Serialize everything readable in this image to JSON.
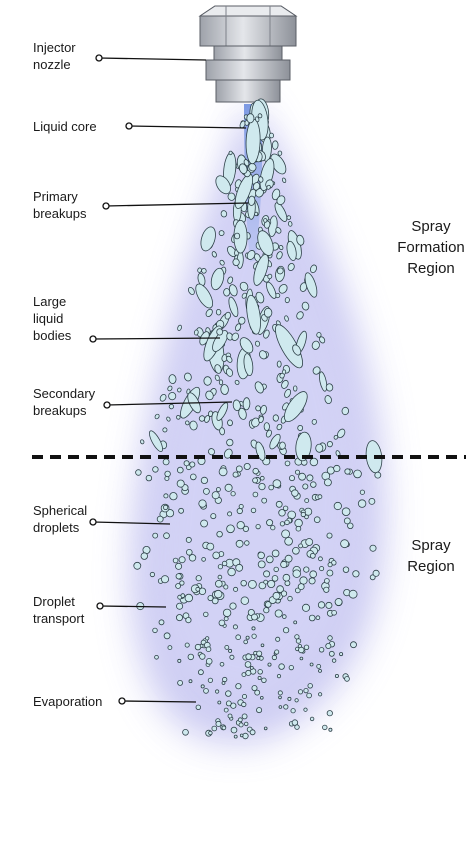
{
  "labels": {
    "injector_nozzle": "Injector\nnozzle",
    "liquid_core": "Liquid core",
    "primary_breakups": "Primary\nbreakups",
    "large_liquid_bodies": "Large\nliquid\nbodies",
    "secondary_breakups": "Secondary\nbreakups",
    "spherical_droplets": "Spherical\ndroplets",
    "droplet_transport": "Droplet\ntransport",
    "evaporation": "Evaporation"
  },
  "regions": {
    "spray_formation": "Spray\nFormation\nRegion",
    "spray": "Spray\nRegion"
  },
  "colors": {
    "plume_glow": "#c9c8f2",
    "droplet_fill": "#cfe9ee",
    "droplet_stroke": "#2e4048",
    "liquid_core": "#7f9be6",
    "nozzle_metal": "#c4c7cd",
    "divider": "#111111"
  }
}
